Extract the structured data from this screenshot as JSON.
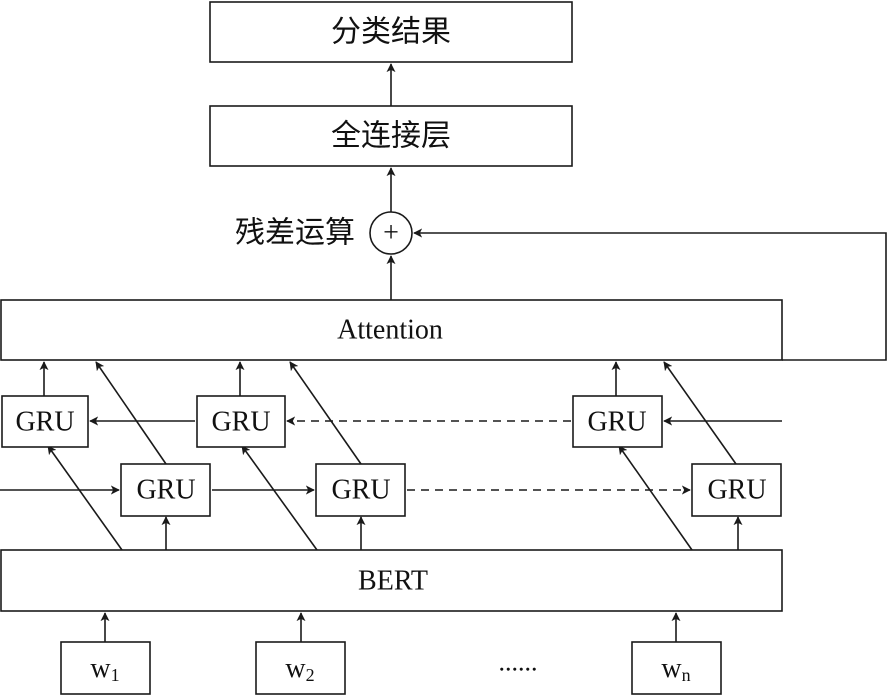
{
  "nodes": {
    "result": "分类结果",
    "fc_layer": "全连接层",
    "residual": "残差运算",
    "plus": "+",
    "attention": "Attention",
    "gru": "GRU",
    "bert": "BERT",
    "ellipsis": "......"
  },
  "inputs": [
    {
      "base": "w",
      "sub": "1"
    },
    {
      "base": "w",
      "sub": "2"
    },
    {
      "base": "w",
      "sub": "n"
    }
  ]
}
